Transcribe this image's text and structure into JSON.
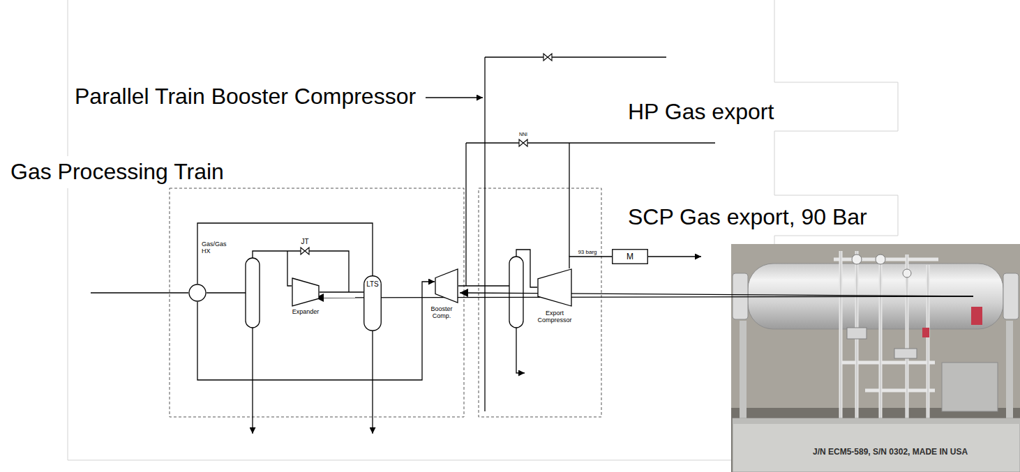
{
  "diagram": {
    "nodes": [
      {
        "text": [
          "Gas/Gas HX"
        ]
      },
      {
        "text": [
          "Expander"
        ]
      },
      {
        "text": [
          "LTS"
        ]
      },
      {
        "text": [
          "Booster Comp."
        ]
      },
      {
        "text": [
          "Export Compressor"
        ]
      },
      {
        "text": [
          "M"
        ]
      }
    ],
    "edges": [
      {
        "from": 1,
        "to": 2,
        "arrow": "none"
      },
      {
        "from": 2,
        "to": 0,
        "arrow": "none"
      },
      {
        "from": 0,
        "to": 3,
        "arrow": "to"
      },
      {
        "from": 4,
        "to": 5,
        "label": "93 barg",
        "arrow": "none"
      }
    ],
    "labels": [
      "Parallel Train Booster Compressor",
      "HP Gas export",
      "NNI",
      "Gas Processing Train",
      "SCP Gas export, 90 Bar",
      "JT",
      "J/N ECM5-589, S/N 0302, MADE IN USA"
    ]
  }
}
